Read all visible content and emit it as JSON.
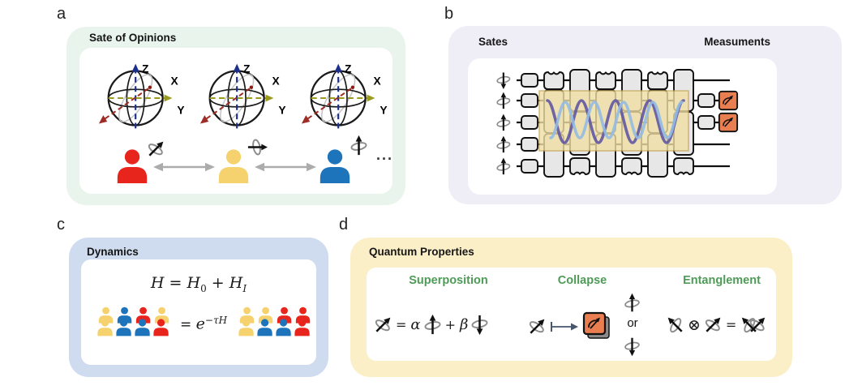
{
  "colors": {
    "red": "#E8251D",
    "yellow": "#F5D26E",
    "blue": "#1D74BB",
    "panel_a_bg": "#E9F5EC",
    "panel_b_bg": "#EFEEF7",
    "panel_c_bg": "#CFDCEF",
    "panel_d_bg": "#FBEFC7",
    "heading_green": "#4E9B57",
    "gate_gray": "#E7E7E7",
    "overlay_tan": "#F0DFA3",
    "wave_purple": "#6057A3",
    "wave_blue": "#92BBE2",
    "meter_orange": "#E97E50",
    "axis_z_navy": "#1C2F8C",
    "axis_y_olive": "#9A9B1C",
    "axis_x_darkred": "#9E2B25",
    "arrow_gray": "#ACACAC"
  },
  "panel_a": {
    "label": "a",
    "title": "Sate of Opinions",
    "axes": {
      "z": "Z",
      "x": "X",
      "y": "Y"
    },
    "persons": [
      {
        "color": "red",
        "spin": "tilt-right"
      },
      {
        "color": "yellow",
        "spin": "right"
      },
      {
        "color": "blue",
        "spin": "up"
      }
    ],
    "ellipsis": "..."
  },
  "panel_b": {
    "label": "b",
    "title_left": "Sates",
    "title_right": "Measuments",
    "input_states": [
      "down",
      "up",
      "up",
      "up",
      "up"
    ]
  },
  "panel_c": {
    "label": "c",
    "title": "Dynamics",
    "hamiltonian": {
      "lhs": "H",
      "eq": "=",
      "h0_base": "H",
      "h0_sub": "0",
      "plus": "+",
      "hi_base": "H",
      "hi_sub": "I"
    },
    "evolution": {
      "eq": "=",
      "base": "e",
      "exp": "−τH"
    },
    "left_crowd": {
      "back": [
        "yellow",
        "blue",
        "red",
        "yellow"
      ],
      "front": [
        "yellow",
        "blue",
        "blue",
        "red"
      ]
    },
    "right_crowd": {
      "back": [
        "yellow",
        "yellow",
        "red",
        "red"
      ],
      "front": [
        "yellow",
        "blue",
        "blue",
        "red"
      ]
    }
  },
  "panel_d": {
    "label": "d",
    "title": "Quantum Properties",
    "sections": [
      {
        "heading": "Superposition"
      },
      {
        "heading": "Collapse"
      },
      {
        "heading": "Entanglement"
      }
    ],
    "superposition": {
      "eq": "=",
      "alpha": "α",
      "plus": "+",
      "beta": "β"
    },
    "collapse": {
      "or": "or"
    },
    "entanglement": {
      "otimes": "⊗",
      "eq": "="
    }
  }
}
